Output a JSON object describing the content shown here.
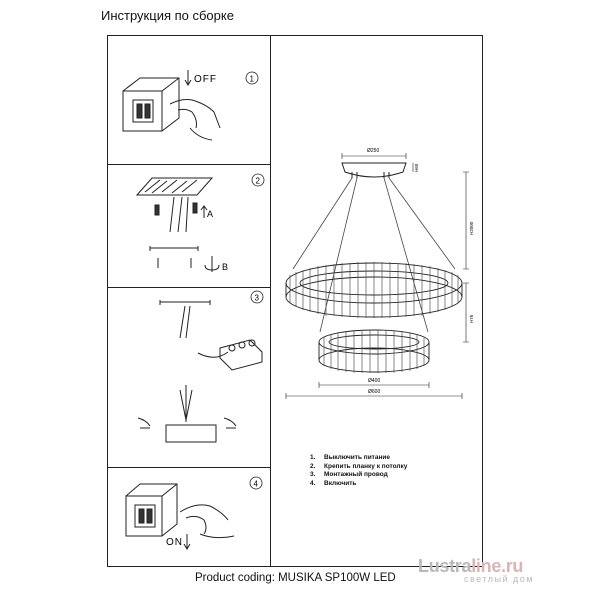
{
  "header": {
    "title": "Инструкция по сборке"
  },
  "steps_panel": {
    "step1": {
      "number": "①",
      "switch_label": "OFF"
    },
    "step2": {
      "number": "②",
      "label_a": "A",
      "label_b": "B"
    },
    "step3": {
      "number": "③"
    },
    "step4": {
      "number": "④",
      "switch_label": "ON"
    }
  },
  "drawing": {
    "dim_canopy": "Ø250",
    "dim_canopy_height": "H60",
    "dim_total_height": "H2000",
    "dim_ring_gap": "H76",
    "dim_small_ring": "Ø400",
    "dim_large_ring": "Ø600"
  },
  "instructions": [
    {
      "num": "1.",
      "text": "Выключить питание"
    },
    {
      "num": "2.",
      "text": "Крепить планку к потолку"
    },
    {
      "num": "3.",
      "text": "Монтажный провод"
    },
    {
      "num": "4.",
      "text": "Включить"
    }
  ],
  "footer": {
    "product_coding": "Product coding: MUSIKA SP100W LED"
  },
  "watermark": {
    "brand_prefix": "Lustra",
    "brand_suffix": "line.ru",
    "subtitle": "светлый дом"
  }
}
